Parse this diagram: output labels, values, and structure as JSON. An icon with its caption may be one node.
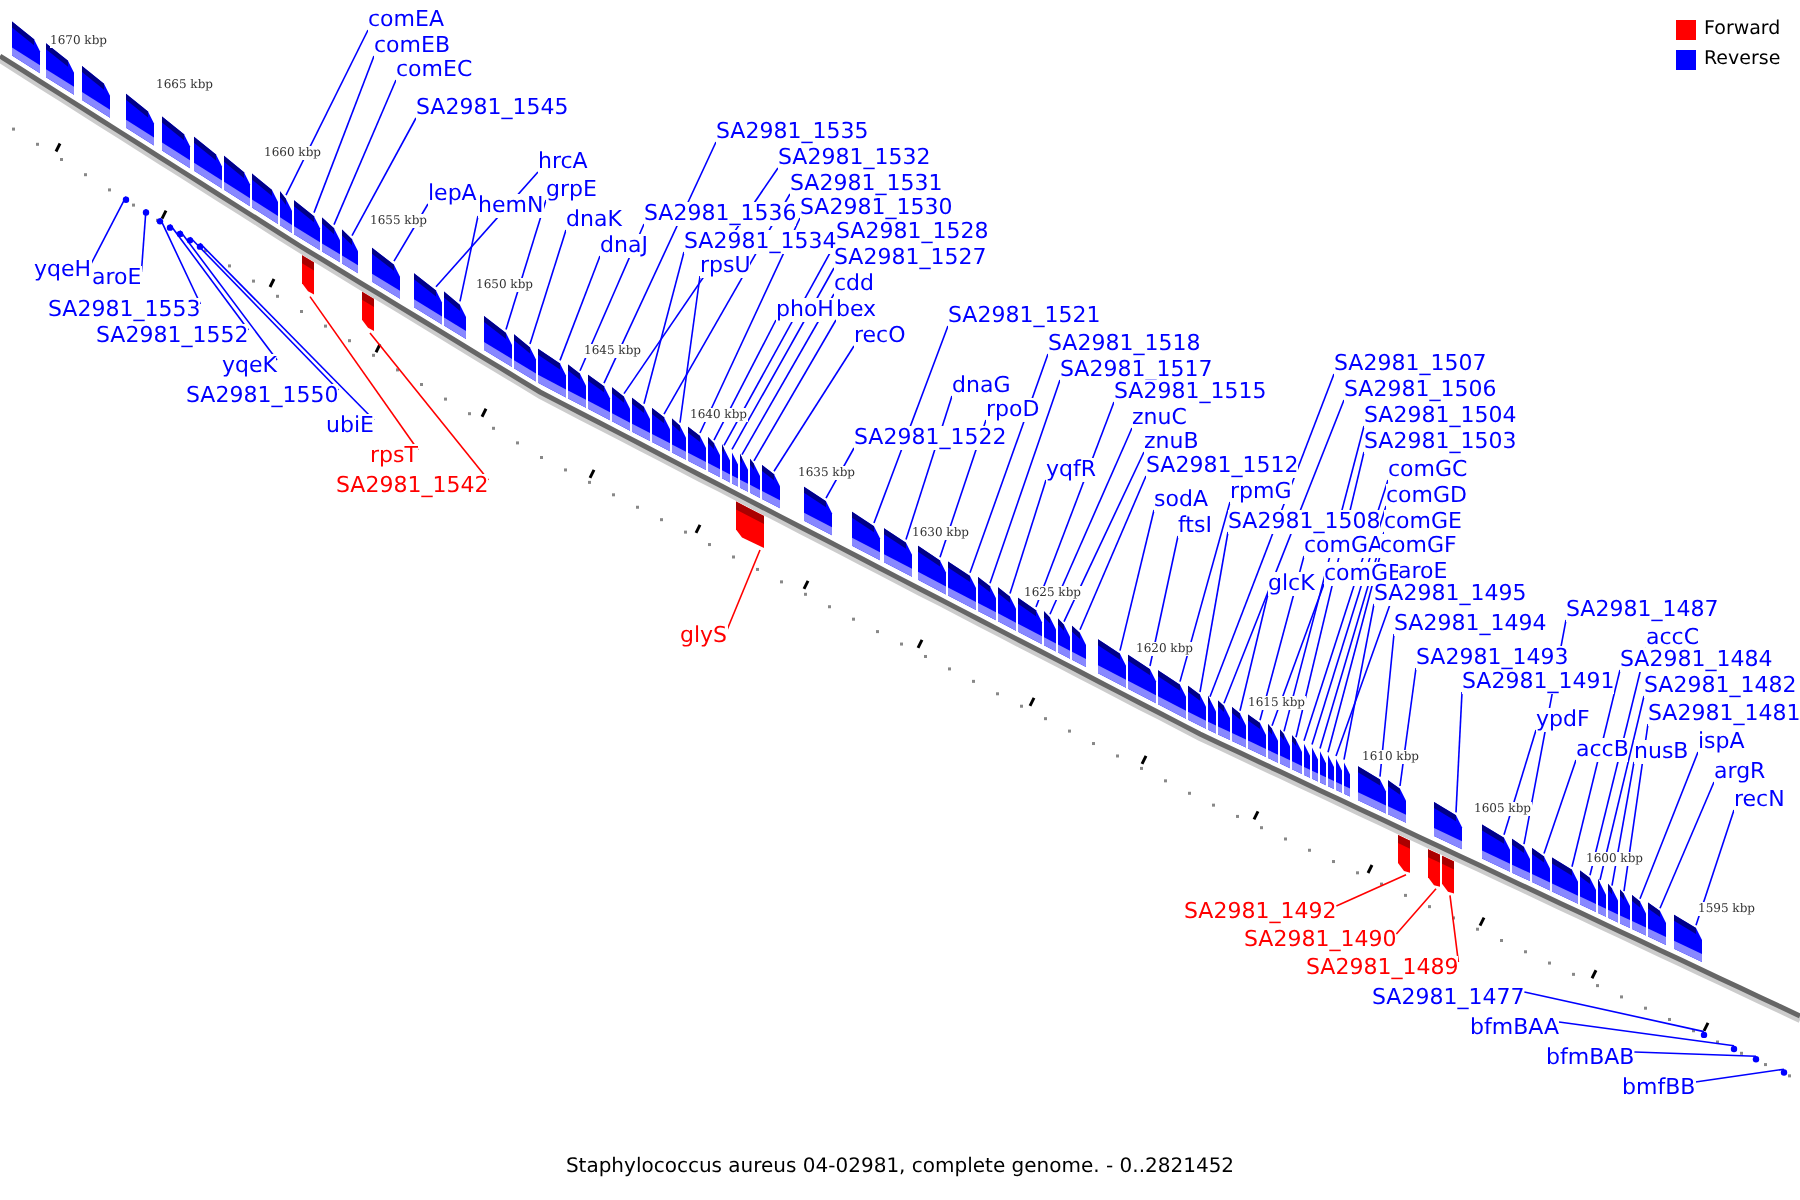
{
  "diagram": {
    "caption": "Staphylococcus aureus 04-02981, complete genome. - 0..2821452",
    "nodes": [
      {
        "text": [
          "comEA"
        ]
      },
      {
        "text": [
          "comEB"
        ]
      },
      {
        "text": [
          "comEC"
        ]
      },
      {
        "text": [
          "SA2981_1545"
        ]
      },
      {
        "text": [
          "lepA"
        ]
      },
      {
        "text": [
          "hrcA"
        ]
      },
      {
        "text": [
          "hemN"
        ]
      },
      {
        "text": [
          "grpE"
        ]
      },
      {
        "text": [
          "dnaK"
        ]
      },
      {
        "text": [
          "dnaJ"
        ]
      },
      {
        "text": [
          "yqeH"
        ]
      },
      {
        "text": [
          "aroE"
        ]
      },
      {
        "text": [
          "SA2981_1553"
        ]
      },
      {
        "text": [
          "SA2981_1552"
        ]
      },
      {
        "text": [
          "yqeK"
        ]
      },
      {
        "text": [
          "SA2981_1550"
        ]
      },
      {
        "text": [
          "ubiE"
        ]
      },
      {
        "text": [
          "rpsT"
        ]
      },
      {
        "text": [
          "SA2981_1542"
        ]
      },
      {
        "text": [
          "SA2981_1535"
        ]
      },
      {
        "text": [
          "SA2981_1532"
        ]
      },
      {
        "text": [
          "SA2981_1531"
        ]
      },
      {
        "text": [
          "SA2981_1530"
        ]
      },
      {
        "text": [
          "SA2981_1536"
        ]
      },
      {
        "text": [
          "SA2981_1534"
        ]
      },
      {
        "text": [
          "rpsU"
        ]
      },
      {
        "text": [
          "SA2981_1528"
        ]
      },
      {
        "text": [
          "SA2981_1527"
        ]
      },
      {
        "text": [
          "cdd"
        ]
      },
      {
        "text": [
          "phoH"
        ]
      },
      {
        "text": [
          "bex"
        ]
      },
      {
        "text": [
          "recO"
        ]
      },
      {
        "text": [
          "SA2981_1521"
        ]
      },
      {
        "text": [
          "dnaG"
        ]
      },
      {
        "text": [
          "rpoD"
        ]
      },
      {
        "text": [
          "SA2981_1522"
        ]
      },
      {
        "text": [
          "glyS"
        ]
      },
      {
        "text": [
          "SA2981_1518"
        ]
      },
      {
        "text": [
          "SA2981_1517"
        ]
      },
      {
        "text": [
          "SA2981_1515"
        ]
      },
      {
        "text": [
          "znuC"
        ]
      },
      {
        "text": [
          "znuB"
        ]
      },
      {
        "text": [
          "SA2981_1512"
        ]
      },
      {
        "text": [
          "yqfR"
        ]
      },
      {
        "text": [
          "sodA"
        ]
      },
      {
        "text": [
          "ftsI"
        ]
      },
      {
        "text": [
          "rpmG"
        ]
      },
      {
        "text": [
          "SA2981_1508"
        ]
      },
      {
        "text": [
          "glcK"
        ]
      },
      {
        "text": [
          "comGA"
        ]
      },
      {
        "text": [
          "comGB"
        ]
      },
      {
        "text": [
          "SA2981_1507"
        ]
      },
      {
        "text": [
          "SA2981_1506"
        ]
      },
      {
        "text": [
          "SA2981_1504"
        ]
      },
      {
        "text": [
          "SA2981_1503"
        ]
      },
      {
        "text": [
          "comGC"
        ]
      },
      {
        "text": [
          "comGD"
        ]
      },
      {
        "text": [
          "comGE"
        ]
      },
      {
        "text": [
          "comGF"
        ]
      },
      {
        "text": [
          "aroE"
        ]
      },
      {
        "text": [
          "SA2981_1495"
        ]
      },
      {
        "text": [
          "SA2981_1494"
        ]
      },
      {
        "text": [
          "SA2981_1493"
        ]
      },
      {
        "text": [
          "SA2981_1491"
        ]
      },
      {
        "text": [
          "SA2981_1487"
        ]
      },
      {
        "text": [
          "accC"
        ]
      },
      {
        "text": [
          "SA2981_1484"
        ]
      },
      {
        "text": [
          "SA2981_1482"
        ]
      },
      {
        "text": [
          "SA2981_1481"
        ]
      },
      {
        "text": [
          "ypdF"
        ]
      },
      {
        "text": [
          "accB"
        ]
      },
      {
        "text": [
          "nusB"
        ]
      },
      {
        "text": [
          "ispA"
        ]
      },
      {
        "text": [
          "argR"
        ]
      },
      {
        "text": [
          "recN"
        ]
      },
      {
        "text": [
          "SA2981_1492"
        ]
      },
      {
        "text": [
          "SA2981_1490"
        ]
      },
      {
        "text": [
          "SA2981_1489"
        ]
      },
      {
        "text": [
          "SA2981_1477"
        ]
      },
      {
        "text": [
          "bfmBAA"
        ]
      },
      {
        "text": [
          "bfmBAB"
        ]
      },
      {
        "text": [
          "bmfBB"
        ]
      },
      {
        "text": [],
        "shape": "box"
      },
      {
        "text": [],
        "shape": "box"
      },
      {
        "text": [],
        "shape": "box"
      },
      {
        "text": [],
        "shape": "box"
      },
      {
        "text": [],
        "shape": "box"
      },
      {
        "text": [],
        "shape": "box"
      },
      {
        "text": [],
        "shape": "box"
      },
      {
        "text": [],
        "shape": "box"
      },
      {
        "text": [],
        "shape": "box"
      },
      {
        "text": [],
        "shape": "box"
      },
      {
        "text": [],
        "shape": "circle"
      },
      {
        "text": [],
        "shape": "circle"
      },
      {
        "text": [],
        "shape": "circle"
      },
      {
        "text": [],
        "shape": "circle"
      },
      {
        "text": [],
        "shape": "circle"
      },
      {
        "text": [],
        "shape": "circle"
      },
      {
        "text": [],
        "shape": "circle"
      },
      {
        "text": [],
        "shape": "box"
      },
      {
        "text": [],
        "shape": "box"
      },
      {
        "text": [],
        "shape": "box"
      },
      {
        "text": [],
        "shape": "box"
      },
      {
        "text": [],
        "shape": "box"
      },
      {
        "text": [],
        "shape": "box"
      },
      {
        "text": [],
        "shape": "box"
      },
      {
        "text": [],
        "shape": "box"
      },
      {
        "text": [],
        "shape": "box"
      },
      {
        "text": [],
        "shape": "box"
      },
      {
        "text": [],
        "shape": "box"
      },
      {
        "text": [],
        "shape": "box"
      },
      {
        "text": [],
        "shape": "box"
      },
      {
        "text": [],
        "shape": "box"
      },
      {
        "text": [],
        "shape": "box"
      },
      {
        "text": [],
        "shape": "box"
      },
      {
        "text": [],
        "shape": "box"
      },
      {
        "text": [],
        "shape": "box"
      },
      {
        "text": [],
        "shape": "box"
      },
      {
        "text": [],
        "shape": "box"
      },
      {
        "text": [],
        "shape": "box"
      },
      {
        "text": [],
        "shape": "box"
      },
      {
        "text": [],
        "shape": "box"
      },
      {
        "text": [],
        "shape": "box"
      },
      {
        "text": [],
        "shape": "box"
      },
      {
        "text": [],
        "shape": "box"
      },
      {
        "text": [],
        "shape": "box"
      },
      {
        "text": [],
        "shape": "box"
      },
      {
        "text": [],
        "shape": "box"
      },
      {
        "text": [],
        "shape": "box"
      },
      {
        "text": [],
        "shape": "box"
      },
      {
        "text": [],
        "shape": "box"
      },
      {
        "text": [],
        "shape": "box"
      },
      {
        "text": [],
        "shape": "box"
      },
      {
        "text": [],
        "shape": "box"
      },
      {
        "text": [],
        "shape": "box"
      },
      {
        "text": [],
        "shape": "box"
      },
      {
        "text": [],
        "shape": "box"
      },
      {
        "text": [],
        "shape": "box"
      },
      {
        "text": [],
        "shape": "box"
      },
      {
        "text": [],
        "shape": "box"
      },
      {
        "text": [],
        "shape": "box"
      },
      {
        "text": [],
        "shape": "box"
      },
      {
        "text": [],
        "shape": "box"
      },
      {
        "text": [],
        "shape": "box"
      },
      {
        "text": [],
        "shape": "box"
      },
      {
        "text": [],
        "shape": "box"
      },
      {
        "text": [],
        "shape": "box"
      },
      {
        "text": [],
        "shape": "box"
      },
      {
        "text": [],
        "shape": "box"
      },
      {
        "text": [],
        "shape": "box"
      },
      {
        "text": [],
        "shape": "box"
      },
      {
        "text": [],
        "shape": "box"
      },
      {
        "text": [],
        "shape": "box"
      },
      {
        "text": [],
        "shape": "box"
      },
      {
        "text": [],
        "shape": "box"
      },
      {
        "text": [],
        "shape": "box"
      },
      {
        "text": [],
        "shape": "box"
      },
      {
        "text": [],
        "shape": "box"
      },
      {
        "text": [],
        "shape": "box"
      },
      {
        "text": [],
        "shape": "box"
      },
      {
        "text": [],
        "shape": "circle"
      },
      {
        "text": [],
        "shape": "circle"
      },
      {
        "text": [],
        "shape": "circle"
      },
      {
        "text": [],
        "shape": "circle"
      },
      {
        "text": [],
        "shape": "box"
      },
      {
        "text": [],
        "shape": "box"
      },
      {
        "text": [],
        "shape": "box"
      },
      {
        "text": [],
        "shape": "box"
      },
      {
        "text": [],
        "shape": "box"
      },
      {
        "text": [],
        "shape": "box"
      },
      {
        "text": [],
        "shape": "box"
      },
      {
        "text": [],
        "shape": "box"
      }
    ],
    "edges": [
      {
        "from": 0,
        "to": 82,
        "arrow": "none"
      },
      {
        "from": 1,
        "to": 83,
        "arrow": "none"
      },
      {
        "from": 2,
        "to": 84,
        "arrow": "none"
      },
      {
        "from": 3,
        "to": 85,
        "arrow": "none"
      },
      {
        "from": 4,
        "to": 86,
        "arrow": "none"
      },
      {
        "from": 5,
        "to": 87,
        "arrow": "none"
      },
      {
        "from": 6,
        "to": 88,
        "arrow": "none"
      },
      {
        "from": 7,
        "to": 89,
        "arrow": "none"
      },
      {
        "from": 8,
        "to": 90,
        "arrow": "none"
      },
      {
        "from": 9,
        "to": 91,
        "arrow": "none"
      },
      {
        "from": 10,
        "to": 92,
        "arrow": "none"
      },
      {
        "from": 11,
        "to": 93,
        "arrow": "none"
      },
      {
        "from": 12,
        "to": 94,
        "arrow": "none"
      },
      {
        "from": 13,
        "to": 95,
        "arrow": "none"
      },
      {
        "from": 14,
        "to": 96,
        "arrow": "none"
      },
      {
        "from": 15,
        "to": 97,
        "arrow": "none"
      },
      {
        "from": 16,
        "to": 98,
        "arrow": "none"
      },
      {
        "from": 17,
        "to": 99,
        "arrow": "none",
        "color": "#ff0000"
      },
      {
        "from": 18,
        "to": 100,
        "arrow": "none",
        "color": "#ff0000"
      },
      {
        "from": 19,
        "to": 101,
        "arrow": "none"
      },
      {
        "from": 20,
        "to": 102,
        "arrow": "none"
      },
      {
        "from": 21,
        "to": 103,
        "arrow": "none"
      },
      {
        "from": 22,
        "to": 104,
        "arrow": "none"
      },
      {
        "from": 23,
        "to": 105,
        "arrow": "none"
      },
      {
        "from": 24,
        "to": 106,
        "arrow": "none"
      },
      {
        "from": 25,
        "to": 107,
        "arrow": "none"
      },
      {
        "from": 26,
        "to": 108,
        "arrow": "none"
      },
      {
        "from": 27,
        "to": 109,
        "arrow": "none"
      },
      {
        "from": 28,
        "to": 110,
        "arrow": "none"
      },
      {
        "from": 29,
        "to": 111,
        "arrow": "none"
      },
      {
        "from": 30,
        "to": 112,
        "arrow": "none"
      },
      {
        "from": 31,
        "to": 113,
        "arrow": "none"
      },
      {
        "from": 32,
        "to": 114,
        "arrow": "none"
      },
      {
        "from": 33,
        "to": 115,
        "arrow": "none"
      },
      {
        "from": 34,
        "to": 116,
        "arrow": "none"
      },
      {
        "from": 35,
        "to": 117,
        "arrow": "none"
      },
      {
        "from": 36,
        "to": 118,
        "arrow": "none",
        "color": "#ff0000"
      },
      {
        "from": 37,
        "to": 119,
        "arrow": "none"
      },
      {
        "from": 38,
        "to": 120,
        "arrow": "none"
      },
      {
        "from": 39,
        "to": 121,
        "arrow": "none"
      },
      {
        "from": 40,
        "to": 122,
        "arrow": "none"
      },
      {
        "from": 41,
        "to": 123,
        "arrow": "none"
      },
      {
        "from": 42,
        "to": 124,
        "arrow": "none"
      },
      {
        "from": 43,
        "to": 125,
        "arrow": "none"
      },
      {
        "from": 44,
        "to": 126,
        "arrow": "none"
      },
      {
        "from": 45,
        "to": 127,
        "arrow": "none"
      },
      {
        "from": 46,
        "to": 128,
        "arrow": "none"
      },
      {
        "from": 47,
        "to": 129,
        "arrow": "none"
      },
      {
        "from": 48,
        "to": 130,
        "arrow": "none"
      },
      {
        "from": 49,
        "to": 131,
        "arrow": "none"
      },
      {
        "from": 50,
        "to": 132,
        "arrow": "none"
      },
      {
        "from": 51,
        "to": 133,
        "arrow": "none"
      },
      {
        "from": 52,
        "to": 134,
        "arrow": "none"
      },
      {
        "from": 53,
        "to": 135,
        "arrow": "none"
      },
      {
        "from": 54,
        "to": 136,
        "arrow": "none"
      },
      {
        "from": 55,
        "to": 137,
        "arrow": "none"
      },
      {
        "from": 56,
        "to": 138,
        "arrow": "none"
      },
      {
        "from": 57,
        "to": 139,
        "arrow": "none"
      },
      {
        "from": 58,
        "to": 140,
        "arrow": "none"
      },
      {
        "from": 59,
        "to": 141,
        "arrow": "none"
      },
      {
        "from": 60,
        "to": 142,
        "arrow": "none"
      },
      {
        "from": 61,
        "to": 143,
        "arrow": "none"
      },
      {
        "from": 62,
        "to": 144,
        "arrow": "none"
      },
      {
        "from": 63,
        "to": 145,
        "arrow": "none"
      },
      {
        "from": 64,
        "to": 146,
        "arrow": "none"
      },
      {
        "from": 65,
        "to": 147,
        "arrow": "none"
      },
      {
        "from": 66,
        "to": 148,
        "arrow": "none"
      },
      {
        "from": 67,
        "to": 149,
        "arrow": "none"
      },
      {
        "from": 68,
        "to": 150,
        "arrow": "none"
      },
      {
        "from": 69,
        "to": 151,
        "arrow": "none"
      },
      {
        "from": 70,
        "to": 152,
        "arrow": "none"
      },
      {
        "from": 71,
        "to": 153,
        "arrow": "none"
      },
      {
        "from": 72,
        "to": 154,
        "arrow": "none"
      },
      {
        "from": 73,
        "to": 155,
        "arrow": "none"
      },
      {
        "from": 74,
        "to": 156,
        "arrow": "none"
      },
      {
        "from": 75,
        "to": 157,
        "arrow": "none",
        "color": "#ff0000"
      },
      {
        "from": 76,
        "to": 158,
        "arrow": "none",
        "color": "#ff0000"
      },
      {
        "from": 77,
        "to": 159,
        "arrow": "none",
        "color": "#ff0000"
      },
      {
        "from": 78,
        "to": 160,
        "arrow": "none"
      },
      {
        "from": 79,
        "to": 161,
        "arrow": "none"
      },
      {
        "from": 80,
        "to": 162,
        "arrow": "none"
      },
      {
        "from": 81,
        "to": 163,
        "arrow": "none"
      }
    ],
    "labels": [
      "1670 kbp",
      "1665 kbp",
      "1660 kbp",
      "1655 kbp",
      "1650 kbp",
      "1645 kbp",
      "1640 kbp",
      "1635 kbp",
      "1630 kbp",
      "1625 kbp",
      "1620 kbp",
      "1615 kbp",
      "1610 kbp",
      "1605 kbp",
      "1600 kbp",
      "1595 kbp"
    ],
    "legend": [
      {
        "text": "Forward",
        "color": "#ff0000"
      },
      {
        "text": "Reverse",
        "color": "#0000ff"
      }
    ]
  }
}
